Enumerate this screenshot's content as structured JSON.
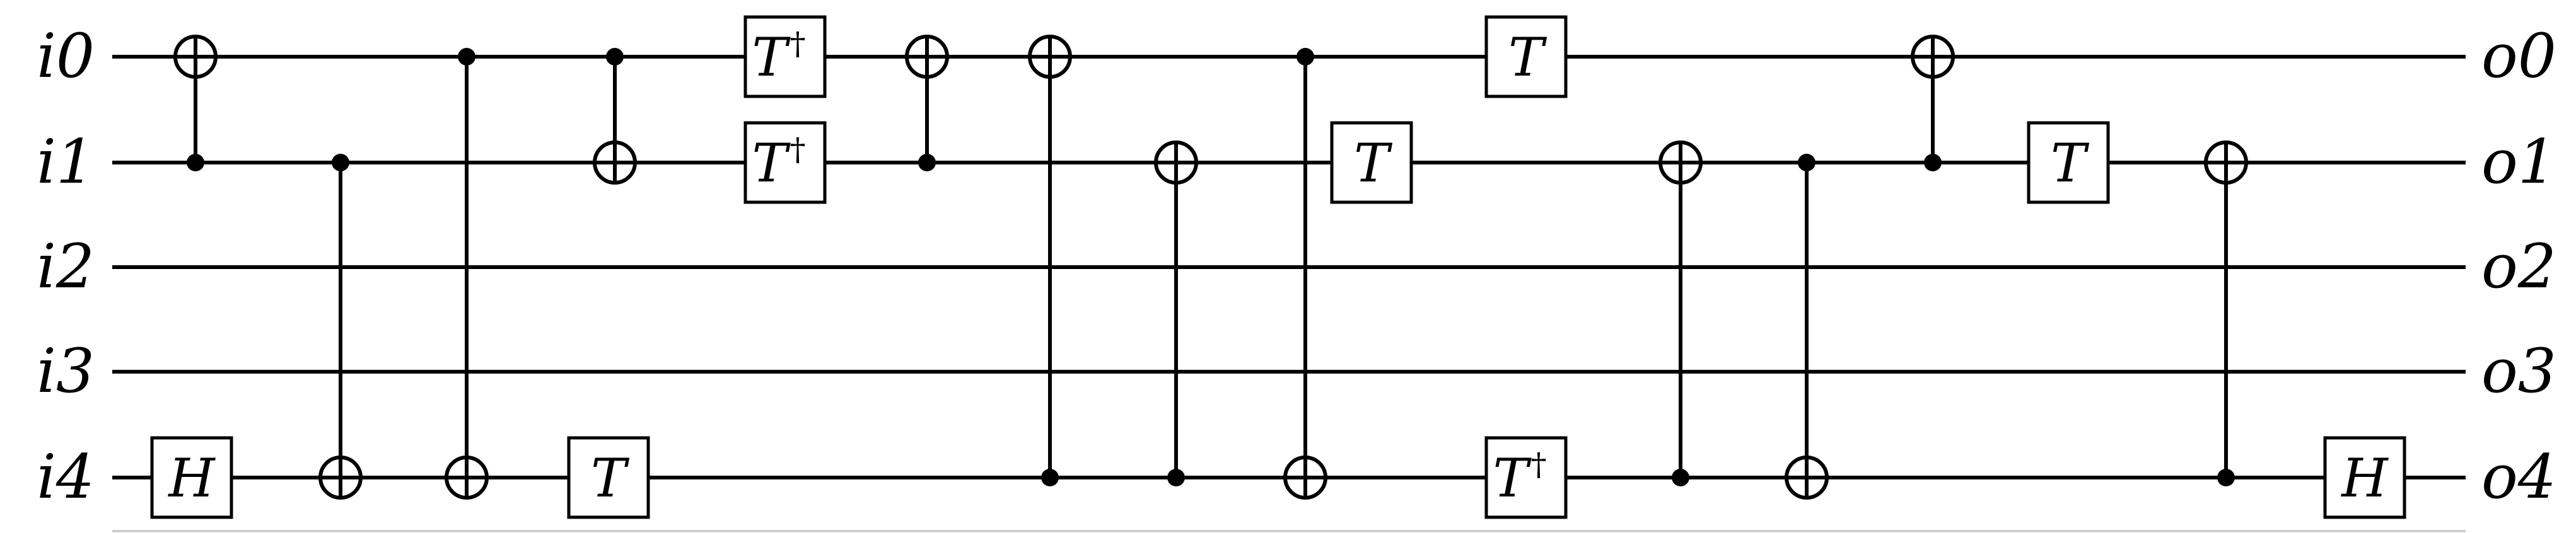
{
  "circuit": {
    "inputs": [
      "i0",
      "i1",
      "i2",
      "i3",
      "i4"
    ],
    "outputs": [
      "o0",
      "o1",
      "o2",
      "o3",
      "o4"
    ],
    "operations": [
      {
        "kind": "gate",
        "label": "H",
        "dagger": false,
        "target": 4
      },
      {
        "kind": "cnot",
        "control": 1,
        "target": 0
      },
      {
        "kind": "cnot",
        "control": 1,
        "target": 4
      },
      {
        "kind": "cnot",
        "control": 0,
        "target": 4
      },
      {
        "kind": "gate",
        "label": "T",
        "dagger": false,
        "target": 4
      },
      {
        "kind": "cnot",
        "control": 0,
        "target": 1
      },
      {
        "kind": "gate",
        "label": "T",
        "dagger": true,
        "target": 0
      },
      {
        "kind": "gate",
        "label": "T",
        "dagger": true,
        "target": 1
      },
      {
        "kind": "cnot",
        "control": 1,
        "target": 0
      },
      {
        "kind": "cnot",
        "control": 4,
        "target": 0
      },
      {
        "kind": "cnot",
        "control": 4,
        "target": 1
      },
      {
        "kind": "cnot",
        "control": 0,
        "target": 4
      },
      {
        "kind": "gate",
        "label": "T",
        "dagger": false,
        "target": 1
      },
      {
        "kind": "gate",
        "label": "T",
        "dagger": false,
        "target": 0
      },
      {
        "kind": "gate",
        "label": "T",
        "dagger": true,
        "target": 4
      },
      {
        "kind": "cnot",
        "control": 4,
        "target": 1
      },
      {
        "kind": "cnot",
        "control": 1,
        "target": 4
      },
      {
        "kind": "cnot",
        "control": 1,
        "target": 0
      },
      {
        "kind": "gate",
        "label": "T",
        "dagger": false,
        "target": 1
      },
      {
        "kind": "cnot",
        "control": 4,
        "target": 1
      },
      {
        "kind": "gate",
        "label": "H",
        "dagger": false,
        "target": 4
      }
    ],
    "dagger_symbol": "†"
  }
}
